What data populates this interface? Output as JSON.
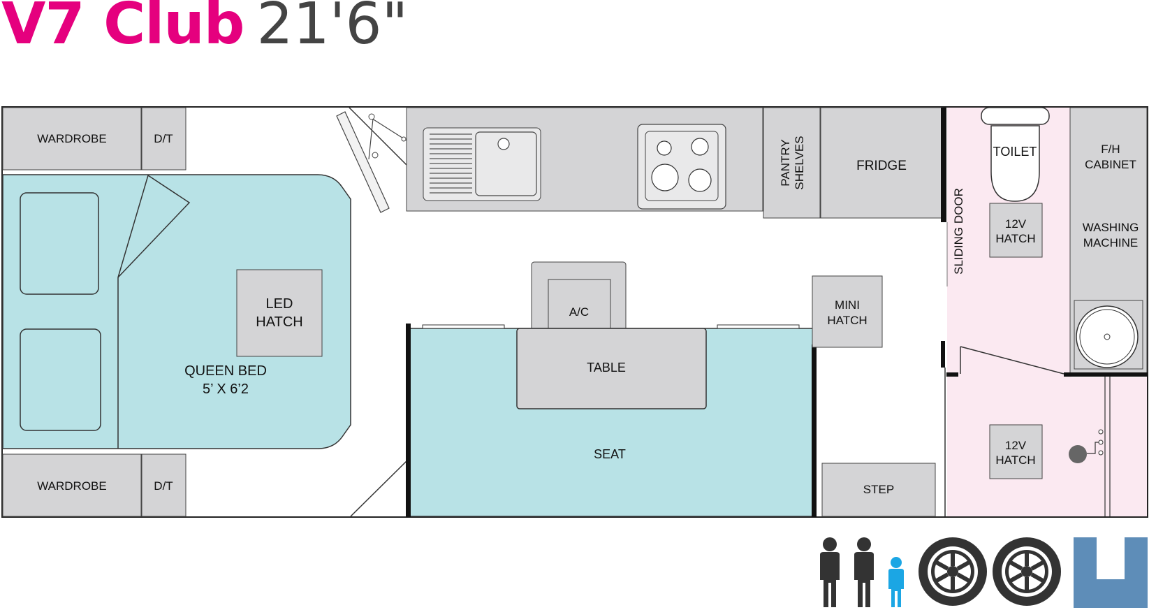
{
  "title": {
    "model": "V7 Club",
    "length": "21'6\""
  },
  "plan": {
    "wardrobe_top": "WARDROBE",
    "dt_top": "D/T",
    "wardrobe_bottom": "WARDROBE",
    "dt_bottom": "D/T",
    "led_hatch": [
      "LED",
      "HATCH"
    ],
    "queen_bed": [
      "QUEEN BED",
      "5’ X 6’2"
    ],
    "pantry": [
      "PANTRY",
      "SHELVES"
    ],
    "fridge": "FRIDGE",
    "sliding_door": "SLIDING DOOR",
    "toilet": "TOILET",
    "fh_cabinet": [
      "F/H",
      "CABINET"
    ],
    "washing_machine": [
      "WASHING",
      "MACHINE"
    ],
    "hatch_12v_top": [
      "12V",
      "HATCH"
    ],
    "hatch_12v_bottom": [
      "12V",
      "HATCH"
    ],
    "ac": "A/C",
    "mini_hatch": [
      "MINI",
      "HATCH"
    ],
    "table": "TABLE",
    "seat": "SEAT",
    "step": "STEP"
  },
  "features": {
    "sleeps": {
      "adults": 2,
      "children": 1
    },
    "icons": [
      "adult-icon",
      "adult-icon",
      "child-icon",
      "tyre-icon",
      "tyre-icon",
      "u-shape-icon"
    ],
    "colors": {
      "brand": "#e5007e",
      "bed_and_seat": "#b8e2e6",
      "bathroom": "#fbe9f1",
      "cabinetry": "#d4d4d6",
      "child": "#1ba6e4",
      "u_icon": "#5e8db8"
    }
  }
}
